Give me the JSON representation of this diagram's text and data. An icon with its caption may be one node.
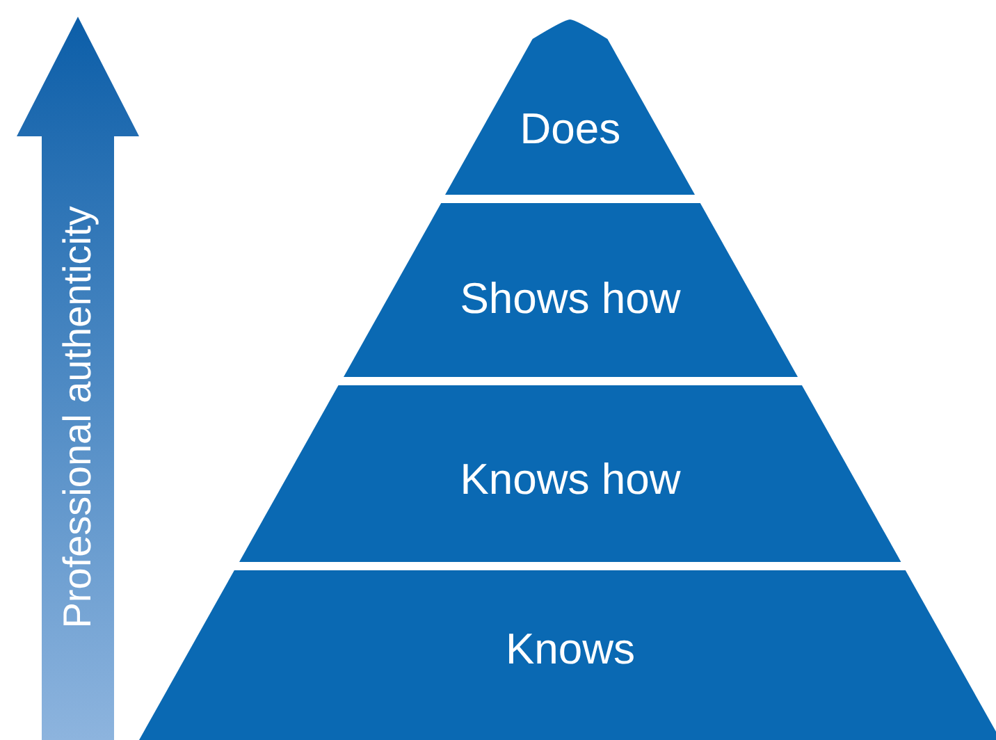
{
  "diagram": {
    "nodes": [
      {
        "text": [
          "Does"
        ]
      },
      {
        "text": [
          "Shows how"
        ]
      },
      {
        "text": [
          "Knows how"
        ]
      },
      {
        "text": [
          "Knows"
        ]
      },
      {
        "text": [
          "Professional authenticity"
        ]
      }
    ]
  }
}
